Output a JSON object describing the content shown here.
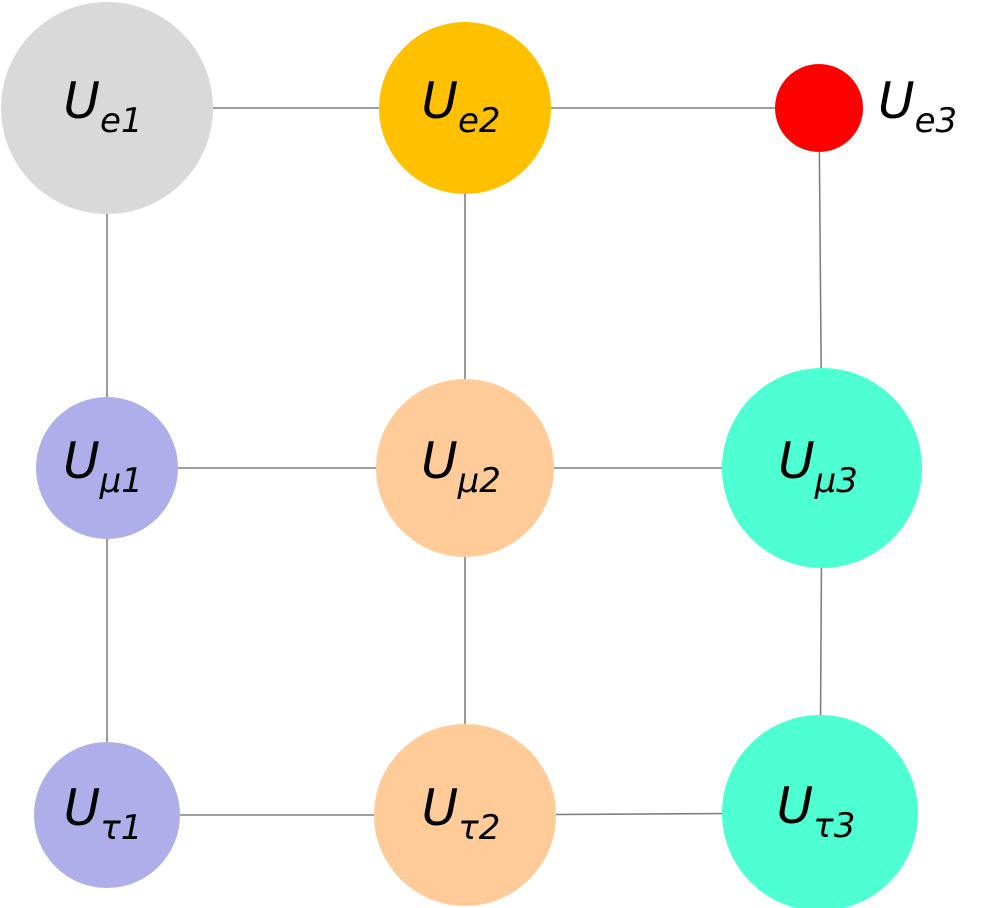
{
  "nodes": [
    {
      "id": "ue1",
      "base": "U",
      "sub": "e1",
      "color": "#d9d9d9"
    },
    {
      "id": "ue2",
      "base": "U",
      "sub": "e2",
      "color": "#ffc000"
    },
    {
      "id": "ue3",
      "base": "U",
      "sub": "e3",
      "color": "#ff0000"
    },
    {
      "id": "umu1",
      "base": "U",
      "sub": "μ1",
      "color": "#aeaeea"
    },
    {
      "id": "umu2",
      "base": "U",
      "sub": "μ2",
      "color": "#ffcc99"
    },
    {
      "id": "umu3",
      "base": "U",
      "sub": "μ3",
      "color": "#4dffd2"
    },
    {
      "id": "utau1",
      "base": "U",
      "sub": "τ1",
      "color": "#aeaeea"
    },
    {
      "id": "utau2",
      "base": "U",
      "sub": "τ2",
      "color": "#ffcc99"
    },
    {
      "id": "utau3",
      "base": "U",
      "sub": "τ3",
      "color": "#4dffd2"
    }
  ],
  "edges": [
    [
      "ue1",
      "ue2"
    ],
    [
      "ue2",
      "ue3"
    ],
    [
      "ue1",
      "umu1"
    ],
    [
      "ue2",
      "umu2"
    ],
    [
      "ue3",
      "umu3"
    ],
    [
      "umu1",
      "umu2"
    ],
    [
      "umu2",
      "umu3"
    ],
    [
      "umu1",
      "utau1"
    ],
    [
      "umu2",
      "utau2"
    ],
    [
      "umu3",
      "utau3"
    ],
    [
      "utau1",
      "utau2"
    ],
    [
      "utau2",
      "utau3"
    ]
  ]
}
